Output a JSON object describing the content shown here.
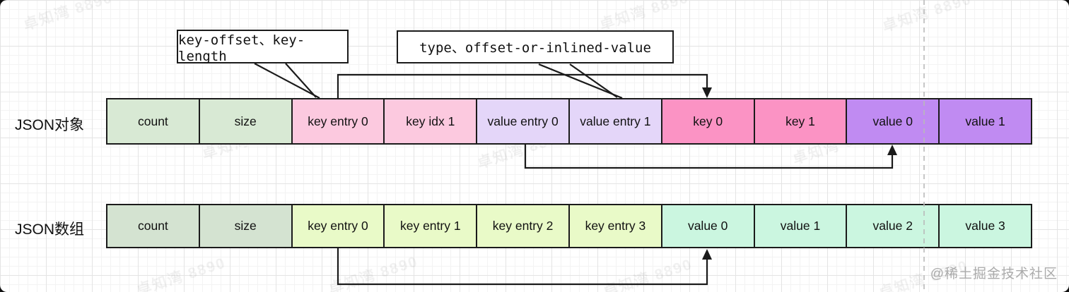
{
  "rows": [
    {
      "label": "JSON对象",
      "cells": [
        {
          "label": "count",
          "bg": "#d8e9d4"
        },
        {
          "label": "size",
          "bg": "#d8e9d4"
        },
        {
          "label": "key entry 0",
          "bg": "#fcc9df"
        },
        {
          "label": "key idx 1",
          "bg": "#fcc9df"
        },
        {
          "label": "value entry 0",
          "bg": "#e4d6f9"
        },
        {
          "label": "value entry 1",
          "bg": "#e4d6f9"
        },
        {
          "label": "key 0",
          "bg": "#fb93c4"
        },
        {
          "label": "key 1",
          "bg": "#fb93c4"
        },
        {
          "label": "value 0",
          "bg": "#c08bf2"
        },
        {
          "label": "value 1",
          "bg": "#c08bf2"
        }
      ]
    },
    {
      "label": "JSON数组",
      "cells": [
        {
          "label": "count",
          "bg": "#d4e3d1"
        },
        {
          "label": "size",
          "bg": "#d4e3d1"
        },
        {
          "label": "key entry 0",
          "bg": "#e9fac8"
        },
        {
          "label": "key entry 1",
          "bg": "#e9fac8"
        },
        {
          "label": "key entry 2",
          "bg": "#e9fac8"
        },
        {
          "label": "key entry 3",
          "bg": "#e9fac8"
        },
        {
          "label": "value 0",
          "bg": "#cbf6e0"
        },
        {
          "label": "value 1",
          "bg": "#cbf6e0"
        },
        {
          "label": "value 2",
          "bg": "#cbf6e0"
        },
        {
          "label": "value 3",
          "bg": "#cbf6e0"
        }
      ]
    }
  ],
  "callouts": {
    "key_entry": "key-offset、key-length",
    "value_entry": "type、offset-or-inlined-value"
  },
  "watermark": {
    "tile": "卓知湾 8890",
    "credit": "@稀土掘金技术社区"
  },
  "colors": {
    "line": "#1b1b1b",
    "row1_header": "#d8e9d4",
    "row1_key_entry": "#fcc9df",
    "row1_value_entry": "#e4d6f9",
    "row1_key": "#fb93c4",
    "row1_value": "#c08bf2",
    "row2_header": "#d4e3d1",
    "row2_key_entry": "#e9fac8",
    "row2_value": "#cbf6e0"
  }
}
